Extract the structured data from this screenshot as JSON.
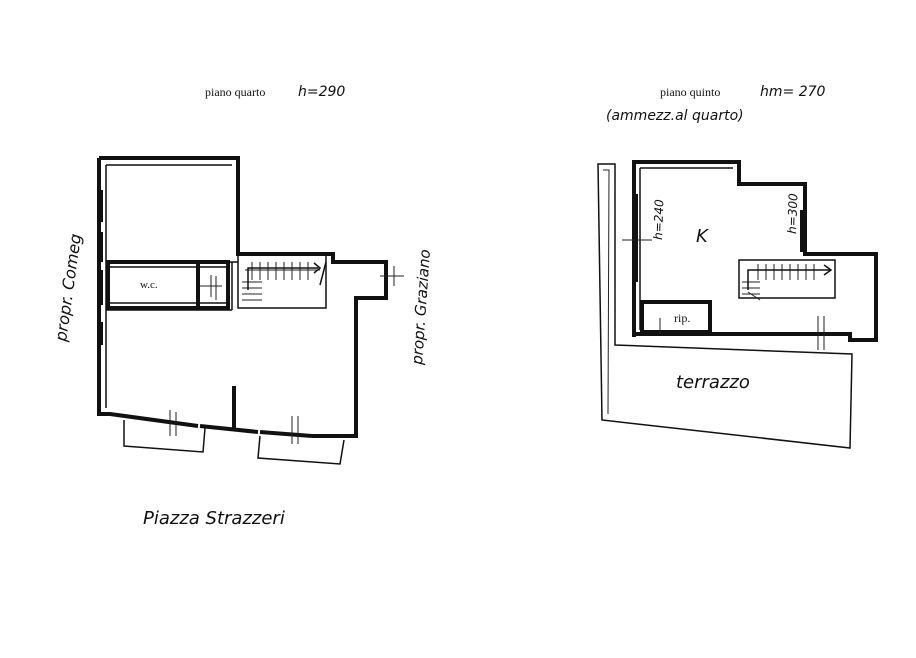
{
  "floor4": {
    "title": "piano quarto",
    "height": "h=290",
    "wc_label": "w.c.",
    "left_neighbor": "propr. Comeg",
    "right_neighbor": "propr. Graziano",
    "street": "Piazza Strazzeri"
  },
  "floor5": {
    "title": "piano quinto",
    "height": "hm= 270",
    "subtitle": "(ammezz.al quarto)",
    "room_label": "K",
    "height_left": "h=240",
    "height_right": "h=300",
    "storage_label": "rip.",
    "terrace_label": "terrazzo"
  }
}
